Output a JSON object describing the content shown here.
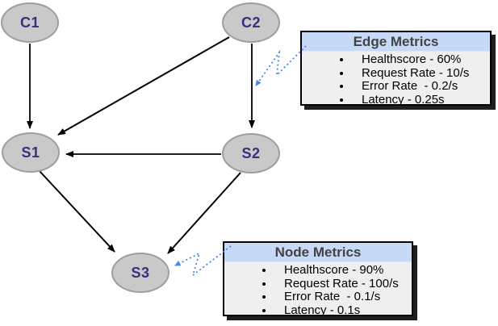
{
  "diagram": {
    "background": "#ffffff",
    "colors": {
      "node_fill": "#c9c9c9",
      "node_border": "#9e9e9e",
      "node_label_text": "#38307d",
      "edge_arrow": "#000000",
      "annotation_arrow": "#4a86e8",
      "box_header_bg": "#c6d9f7",
      "box_body_bg": "#efefef",
      "box_border": "#000000",
      "box_title_text": "#434343",
      "box_item_text": "#000000"
    },
    "nodes": [
      {
        "id": "C1",
        "label": "C1"
      },
      {
        "id": "C2",
        "label": "C2"
      },
      {
        "id": "S1",
        "label": "S1"
      },
      {
        "id": "S2",
        "label": "S2"
      },
      {
        "id": "S3",
        "label": "S3"
      }
    ],
    "edges": [
      {
        "from": "C1",
        "to": "S1"
      },
      {
        "from": "C2",
        "to": "S1"
      },
      {
        "from": "C2",
        "to": "S2"
      },
      {
        "from": "S2",
        "to": "S1"
      },
      {
        "from": "S1",
        "to": "S3"
      },
      {
        "from": "S2",
        "to": "S3"
      }
    ],
    "metric_boxes": [
      {
        "title": "Edge Metrics",
        "items": [
          "Healthscore - 60%",
          "Request Rate - 10/s",
          "Error Rate  - 0.2/s",
          "Latency - 0.25s"
        ],
        "annotation_target": "edge C2→S2"
      },
      {
        "title": "Node Metrics",
        "items": [
          "Healthscore - 90%",
          "Request Rate - 100/s",
          "Error Rate  - 0.1/s",
          "Latency - 0.1s"
        ],
        "annotation_target": "node S3"
      }
    ]
  }
}
